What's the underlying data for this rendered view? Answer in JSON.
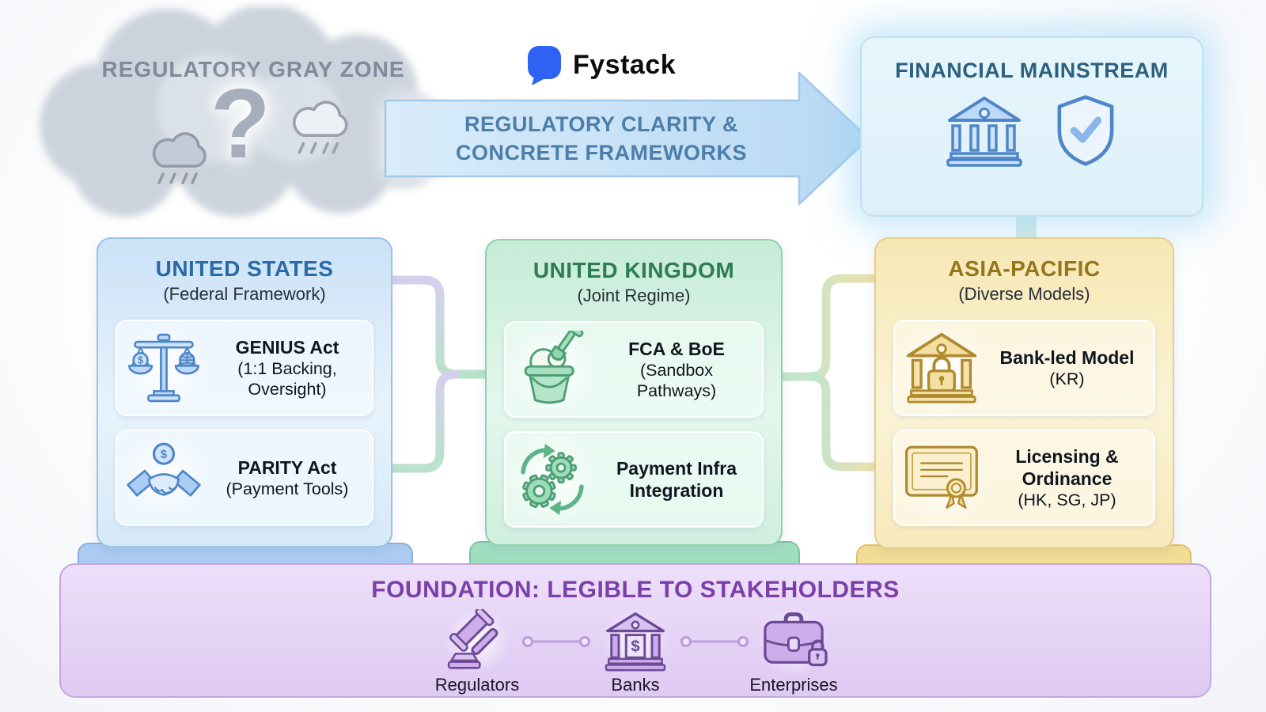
{
  "gray_zone": {
    "title": "REGULATORY GRAY ZONE",
    "question_mark": "?"
  },
  "brand": {
    "name": "Fystack"
  },
  "arrow": {
    "line1": "REGULATORY CLARITY &",
    "line2": "CONCRETE FRAMEWORKS"
  },
  "mainstream": {
    "title": "FINANCIAL MAINSTREAM"
  },
  "columns": [
    {
      "title": "UNITED STATES",
      "subtitle": "(Federal Framework)",
      "cards": [
        {
          "title": "GENIUS Act",
          "subtitle": "(1:1 Backing, Oversight)"
        },
        {
          "title": "PARITY Act",
          "subtitle": "(Payment Tools)"
        }
      ]
    },
    {
      "title": "UNITED KINGDOM",
      "subtitle": "(Joint Regime)",
      "cards": [
        {
          "title": "FCA & BoE",
          "subtitle": "(Sandbox Pathways)"
        },
        {
          "title": "Payment Infra Integration",
          "subtitle": ""
        }
      ]
    },
    {
      "title": "ASIA-PACIFIC",
      "subtitle": "(Diverse Models)",
      "cards": [
        {
          "title": "Bank-led Model",
          "subtitle": "(KR)"
        },
        {
          "title": "Licensing & Ordinance",
          "subtitle": "(HK, SG, JP)"
        }
      ]
    }
  ],
  "foundation": {
    "title": "FOUNDATION: LEGIBLE TO STAKEHOLDERS",
    "stakeholders": [
      {
        "label": "Regulators"
      },
      {
        "label": "Banks"
      },
      {
        "label": "Enterprises"
      }
    ]
  },
  "currency_symbol": "$",
  "icons": [
    "storm-cloud-icon",
    "question-mark",
    "cloud-rain-icon",
    "speech-bubble-logo-icon",
    "bank-icon",
    "shield-check-icon",
    "scales-icon",
    "handshake-icon",
    "sand-bucket-icon",
    "gears-sync-icon",
    "bank-lock-icon",
    "certificate-icon",
    "gavel-icon",
    "bank-dollar-icon",
    "briefcase-lock-icon"
  ],
  "colors": {
    "brand_blue": "#2e62f2",
    "arrow_text": "#4c7ea9",
    "mainstream_title": "#2d607f",
    "gray_zone_text": "#81899a",
    "us_accent": "#2a6aa6",
    "uk_accent": "#2e7d52",
    "apac_accent": "#95761b",
    "foundation_accent": "#7c3fa9"
  }
}
